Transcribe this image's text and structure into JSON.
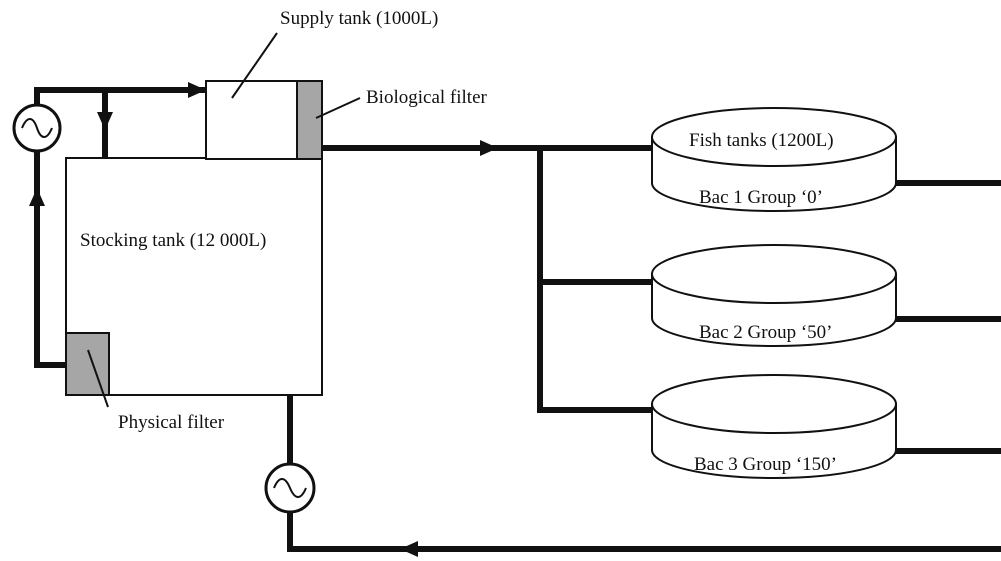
{
  "labels": {
    "supply_tank": "Supply tank (1000L)",
    "biological_filter": "Biological filter",
    "stocking_tank": "Stocking tank (12 000L)",
    "physical_filter": "Physical filter",
    "fish_tanks": "Fish tanks (1200L)",
    "bac1": "Bac 1 Group ‘0’",
    "bac2": "Bac 2 Group ‘50’",
    "bac3": "Bac 3 Group ‘150’"
  },
  "colors": {
    "line": "#111111",
    "filter_fill": "#a6a6a6",
    "tank_fill": "#ffffff"
  },
  "icons": {
    "pump": "pump-icon",
    "flow_arrow": "flow-arrow-icon"
  }
}
